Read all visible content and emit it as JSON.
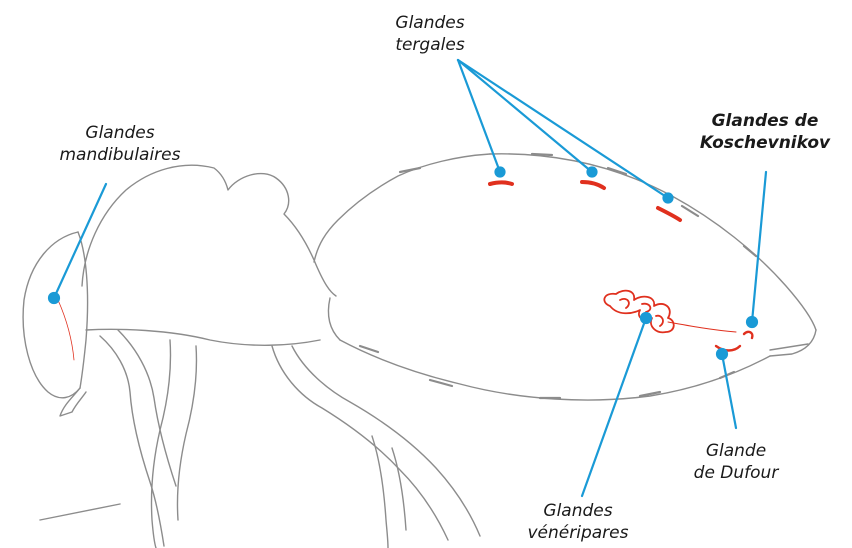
{
  "labels": {
    "tergales": {
      "line1": "Glandes",
      "line2": "tergales"
    },
    "mandibulaires": {
      "line1": "Glandes",
      "line2": "mandibulaires"
    },
    "koschevnikov": {
      "line1": "Glandes de",
      "line2": "Koschevnikov"
    },
    "dufour": {
      "line1": "Glande",
      "line2": "de Dufour"
    },
    "veneripares": {
      "line1": "Glandes",
      "line2": "vénéripares"
    }
  },
  "colors": {
    "outline": "#8c8c8c",
    "pointer": "#1a9ad6",
    "gland": "#e0301e"
  }
}
